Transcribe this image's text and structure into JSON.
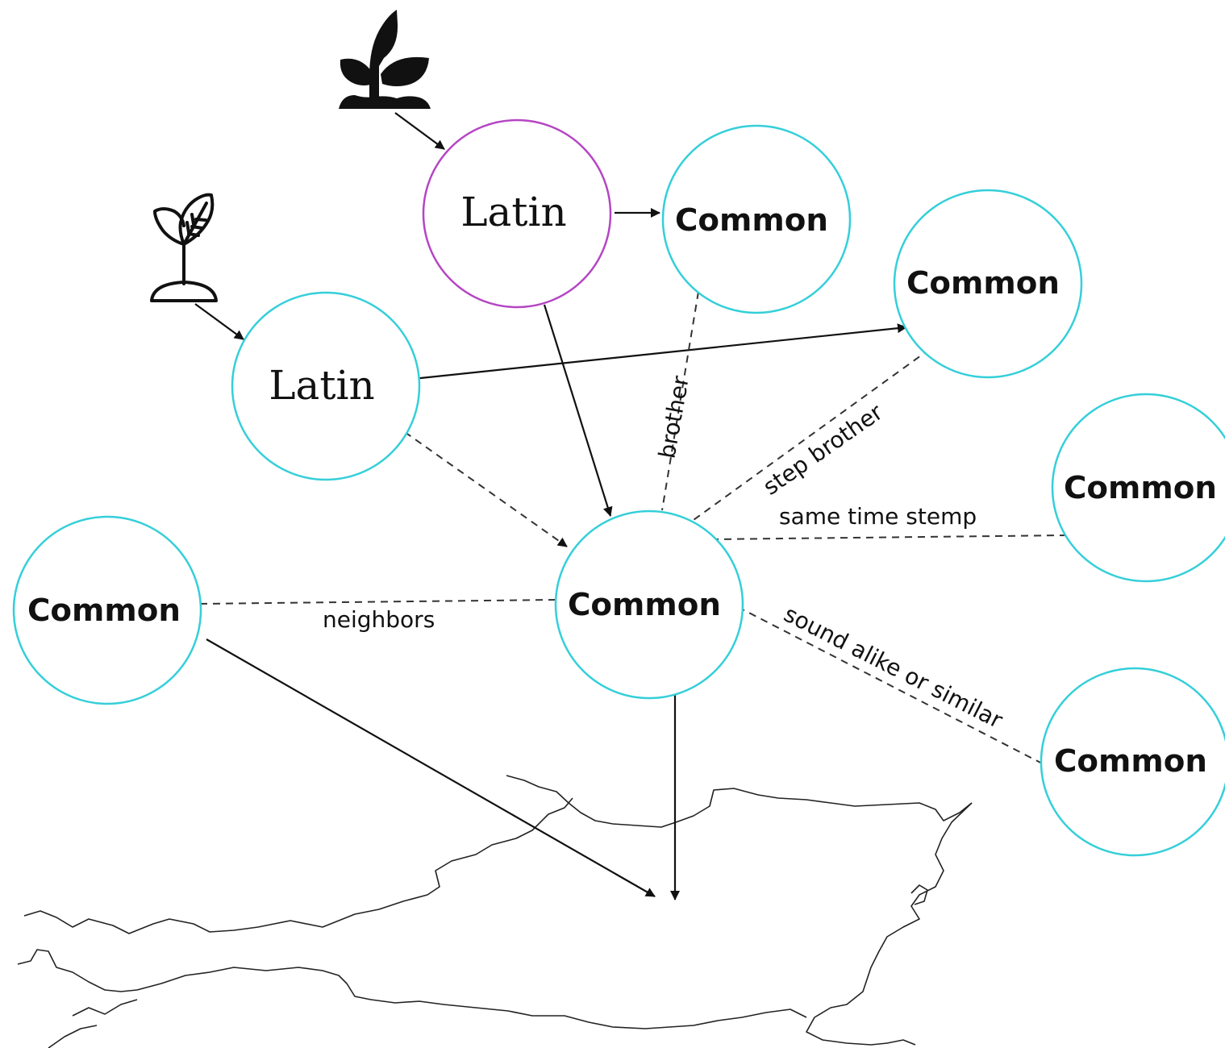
{
  "colors": {
    "latin_root_stroke": "#b545c4",
    "node_stroke": "#34cfd9",
    "edge": "#111111"
  },
  "icons": {
    "root_icon": "sprout-solid-icon",
    "leaf_icon": "sprout-outline-icon"
  },
  "nodes": {
    "latin_top": "Latin",
    "latin_left": "Latin",
    "common_top": "Common",
    "common_upper_right": "Common",
    "common_right": "Common",
    "common_left": "Common",
    "common_center": "Common",
    "common_lower_right": "Common"
  },
  "edges": {
    "brother": "brother",
    "step_brother": "step brother",
    "same_time_stemp": "same time stemp",
    "neighbors": "neighbors",
    "sound_alike": "sound alike or similar"
  },
  "map": {
    "name": "austria-outline-map"
  }
}
